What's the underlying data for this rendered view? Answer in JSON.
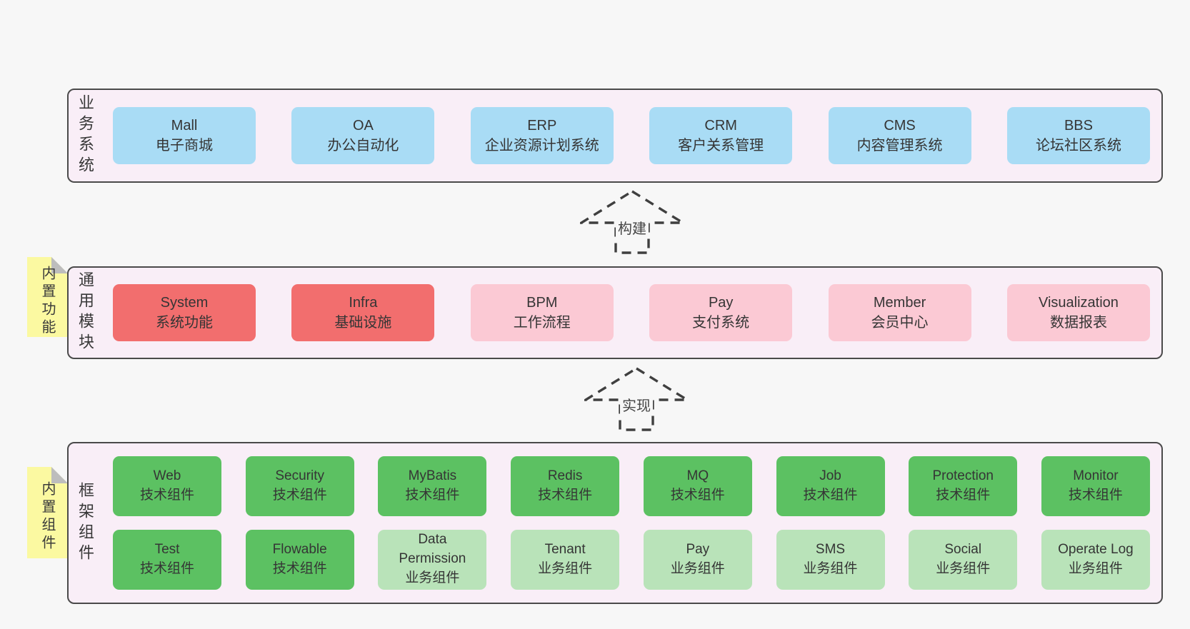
{
  "colors": {
    "page_bg": "#f7f7f7",
    "band_bg": "#f9eef7",
    "band_border": "#4a4a4a",
    "blue": "#a9dcf5",
    "red": "#f26e6e",
    "pink": "#fbc9d4",
    "green": "#5cc162",
    "light_green": "#b9e3b9",
    "note_yellow": "#fbf9a1",
    "note_fold": "#bdbdbd",
    "text": "#3a3a3a"
  },
  "layers": [
    {
      "label": "业务系统",
      "boxes": [
        {
          "name": "Mall",
          "desc": "电子商城"
        },
        {
          "name": "OA",
          "desc": "办公自动化"
        },
        {
          "name": "ERP",
          "desc": "企业资源计划系统"
        },
        {
          "name": "CRM",
          "desc": "客户关系管理"
        },
        {
          "name": "CMS",
          "desc": "内容管理系统"
        },
        {
          "name": "BBS",
          "desc": "论坛社区系统"
        }
      ]
    },
    {
      "label": "通用模块",
      "note": "内置功能",
      "boxes": [
        {
          "name": "System",
          "desc": "系统功能"
        },
        {
          "name": "Infra",
          "desc": "基础设施"
        },
        {
          "name": "BPM",
          "desc": "工作流程"
        },
        {
          "name": "Pay",
          "desc": "支付系统"
        },
        {
          "name": "Member",
          "desc": "会员中心"
        },
        {
          "name": "Visualization",
          "desc": "数据报表"
        }
      ]
    },
    {
      "label": "框架组件",
      "note": "内置组件",
      "rows": [
        [
          {
            "name": "Web",
            "desc": "技术组件"
          },
          {
            "name": "Security",
            "desc": "技术组件"
          },
          {
            "name": "MyBatis",
            "desc": "技术组件"
          },
          {
            "name": "Redis",
            "desc": "技术组件"
          },
          {
            "name": "MQ",
            "desc": "技术组件"
          },
          {
            "name": "Job",
            "desc": "技术组件"
          },
          {
            "name": "Protection",
            "desc": "技术组件"
          },
          {
            "name": "Monitor",
            "desc": "技术组件"
          }
        ],
        [
          {
            "name": "Test",
            "desc": "技术组件"
          },
          {
            "name": "Flowable",
            "desc": "技术组件"
          },
          {
            "name": "Data Permission",
            "desc": "业务组件"
          },
          {
            "name": "Tenant",
            "desc": "业务组件"
          },
          {
            "name": "Pay",
            "desc": "业务组件"
          },
          {
            "name": "SMS",
            "desc": "业务组件"
          },
          {
            "name": "Social",
            "desc": "业务组件"
          },
          {
            "name": "Operate Log",
            "desc": "业务组件"
          }
        ]
      ]
    }
  ],
  "arrows": [
    {
      "label": "构建"
    },
    {
      "label": "实现"
    }
  ]
}
